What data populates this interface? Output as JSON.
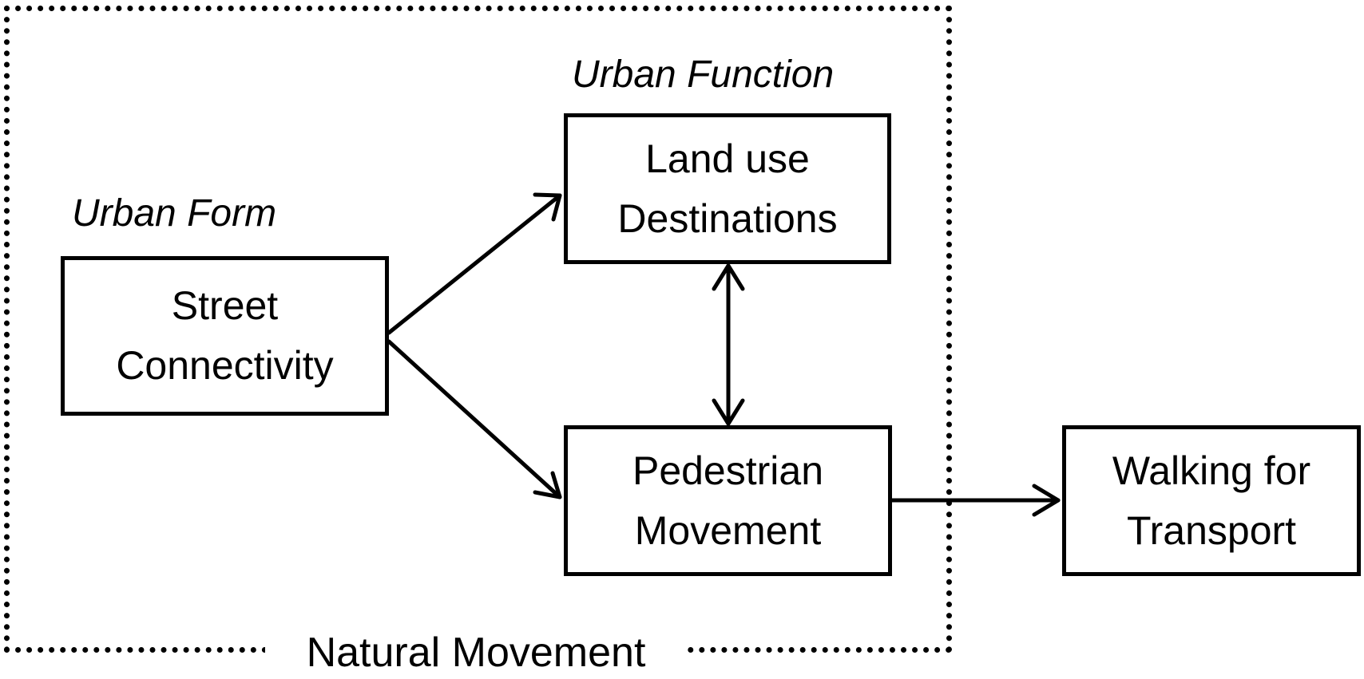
{
  "diagram": {
    "frame_label": "Natural Movement",
    "groups": {
      "urban_form": "Urban Form",
      "urban_function": "Urban Function"
    },
    "nodes": {
      "street_connectivity": {
        "line1": "Street",
        "line2": "Connectivity"
      },
      "land_use_destinations": {
        "line1": "Land use",
        "line2": "Destinations"
      },
      "pedestrian_movement": {
        "line1": "Pedestrian",
        "line2": "Movement"
      },
      "walking_for_transport": {
        "line1": "Walking for",
        "line2": "Transport"
      }
    },
    "edges": [
      {
        "from": "street_connectivity",
        "to": "land_use_destinations",
        "direction": "forward"
      },
      {
        "from": "street_connectivity",
        "to": "pedestrian_movement",
        "direction": "forward"
      },
      {
        "from": "land_use_destinations",
        "to": "pedestrian_movement",
        "direction": "both"
      },
      {
        "from": "pedestrian_movement",
        "to": "walking_for_transport",
        "direction": "forward"
      }
    ],
    "colors": {
      "stroke": "#000000",
      "background": "#ffffff"
    }
  }
}
